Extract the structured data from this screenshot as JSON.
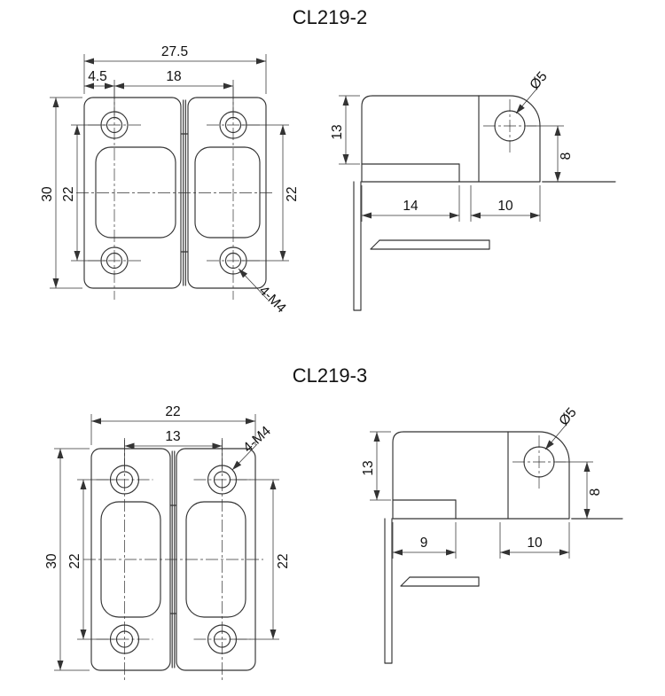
{
  "sheet": {
    "background": "#ffffff",
    "line_color": "#333333",
    "text_color": "#111111"
  },
  "drawings": {
    "cl219_2": {
      "title": "CL219-2",
      "front_view": {
        "overall_width": "27.5",
        "hole_edge_offset": "4.5",
        "hole_spacing_horizontal": "18",
        "overall_height": "30",
        "hole_spacing_vertical_left": "22",
        "hole_spacing_vertical_right": "22",
        "thread_callout": "4-M4"
      },
      "side_view": {
        "pin_hole_diameter": "Ø5",
        "body_height": "13",
        "hole_center_height": "8",
        "leaf_length": "14",
        "lug_length": "10"
      }
    },
    "cl219_3": {
      "title": "CL219-3",
      "front_view": {
        "overall_width": "22",
        "hole_spacing_horizontal": "13",
        "thread_callout": "4-M4",
        "overall_height": "30",
        "hole_spacing_vertical_left": "22",
        "hole_spacing_vertical_right": "22"
      },
      "side_view": {
        "pin_hole_diameter": "Ø5",
        "body_height": "13",
        "hole_center_height": "8",
        "leaf_length": "9",
        "lug_length": "10"
      }
    }
  }
}
